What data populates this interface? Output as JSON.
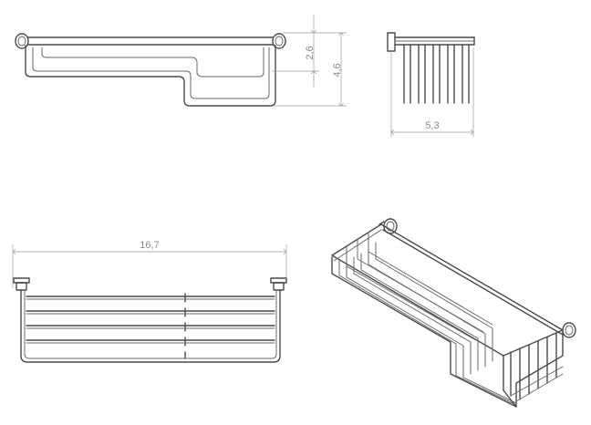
{
  "views": {
    "front": {
      "name": "front-view"
    },
    "side": {
      "name": "side-view"
    },
    "top": {
      "name": "top-view"
    },
    "iso": {
      "name": "isometric-view"
    }
  },
  "dimensions": {
    "inner_height": "2,6",
    "total_height": "4,6",
    "depth": "5,3",
    "width": "16,7"
  }
}
